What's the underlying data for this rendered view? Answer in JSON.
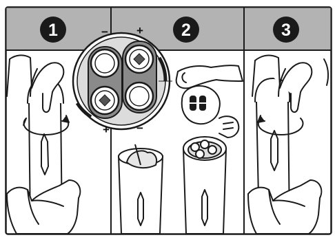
{
  "steps": [
    {
      "number": "1"
    },
    {
      "number": "2"
    },
    {
      "number": "3"
    }
  ],
  "polarity": {
    "top_left": "−",
    "top_right": "+",
    "bottom_left": "+",
    "bottom_right": "−"
  },
  "icons": {
    "step1": "twist-open-flashlight-icon",
    "step2": "insert-batteries-icon",
    "step3": "twist-close-flashlight-icon"
  },
  "colors": {
    "header": "#b3b3b3",
    "badge": "#1a1a1a",
    "outline": "#1a1a1a",
    "magnifier_fill": "#dcdcdc",
    "battery_dark": "#8a8a8a"
  }
}
